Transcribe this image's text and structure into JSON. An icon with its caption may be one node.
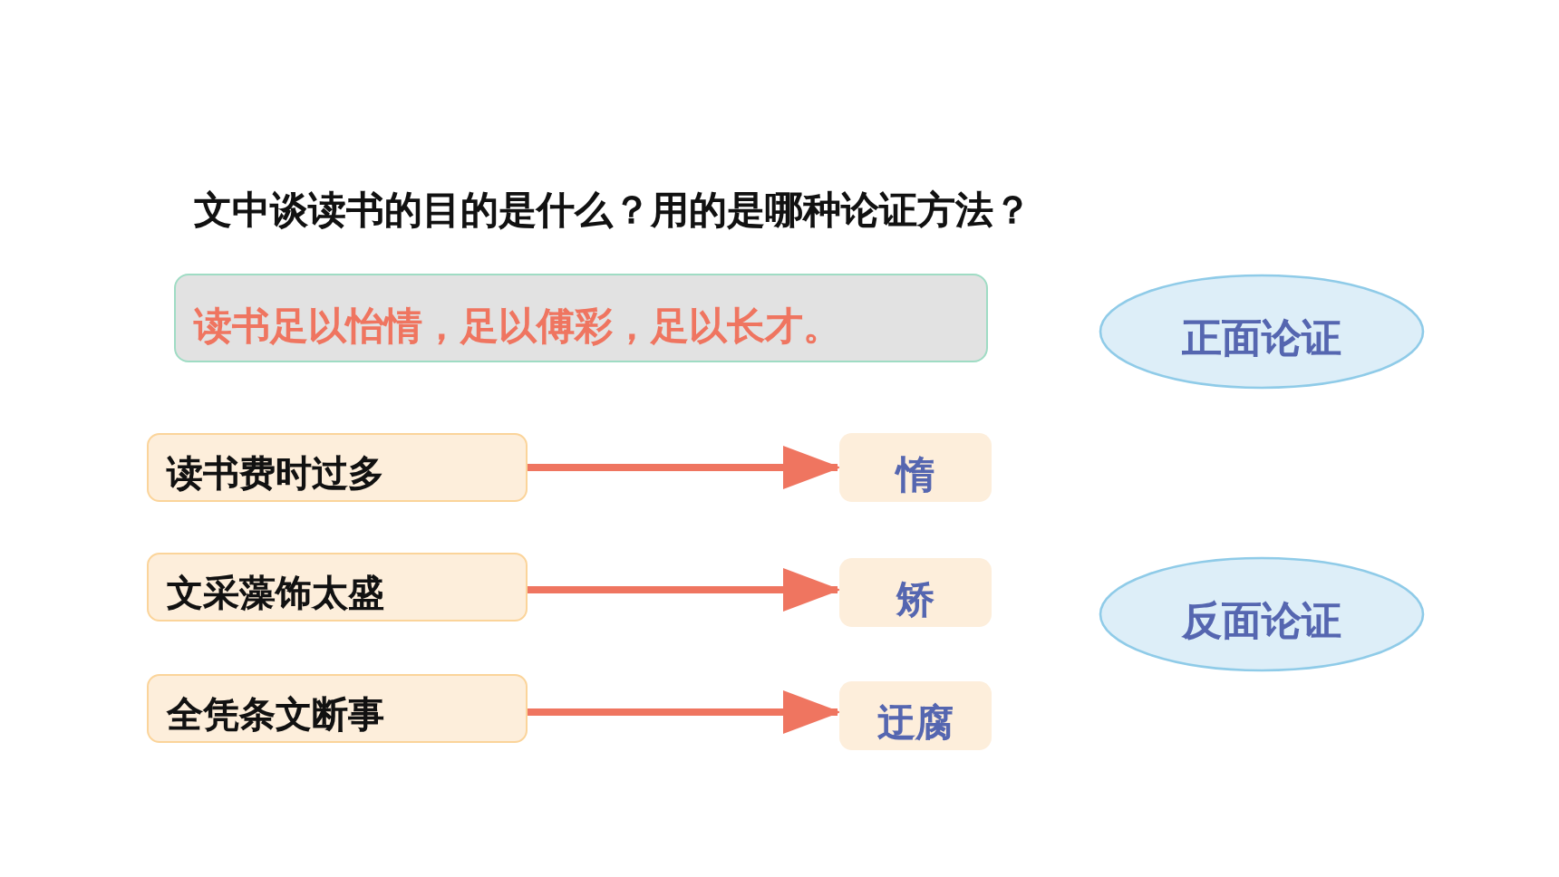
{
  "diagram": {
    "title": "文中谈读书的目的是什么？用的是哪种论证方法？",
    "nodes": [
      {
        "text": [
          "读书足以怡情，足以傅彩，足以长才。"
        ]
      },
      {
        "text": [
          "正面论证"
        ]
      },
      {
        "text": [
          "读书费时过多"
        ]
      },
      {
        "text": [
          "惰"
        ]
      },
      {
        "text": [
          "文采藻饰太盛"
        ]
      },
      {
        "text": [
          "矫"
        ]
      },
      {
        "text": [
          "反面论证"
        ]
      },
      {
        "text": [
          "全凭条文断事"
        ]
      },
      {
        "text": [
          "迂腐"
        ]
      }
    ],
    "edges": [
      {
        "from": 2,
        "to": 3,
        "arrow": "to",
        "color": "#ef7560"
      },
      {
        "from": 4,
        "to": 5,
        "arrow": "to",
        "color": "#ef7560"
      },
      {
        "from": 7,
        "to": 8,
        "arrow": "to",
        "color": "#ef7560"
      }
    ]
  }
}
